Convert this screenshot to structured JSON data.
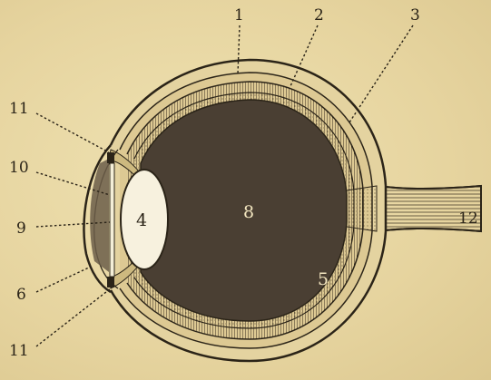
{
  "labels": {
    "l1": "1",
    "l2": "2",
    "l3": "3",
    "l4": "4",
    "l5": "5",
    "l6": "6",
    "l8": "8",
    "l9": "9",
    "l10": "10",
    "l11_top": "11",
    "l11_bottom": "11",
    "l12": "12"
  },
  "colors": {
    "paper": "#e8d9a6",
    "ink": "#2b2418",
    "vitreous": "#4a3f33",
    "sclera": "#d6c48e"
  }
}
